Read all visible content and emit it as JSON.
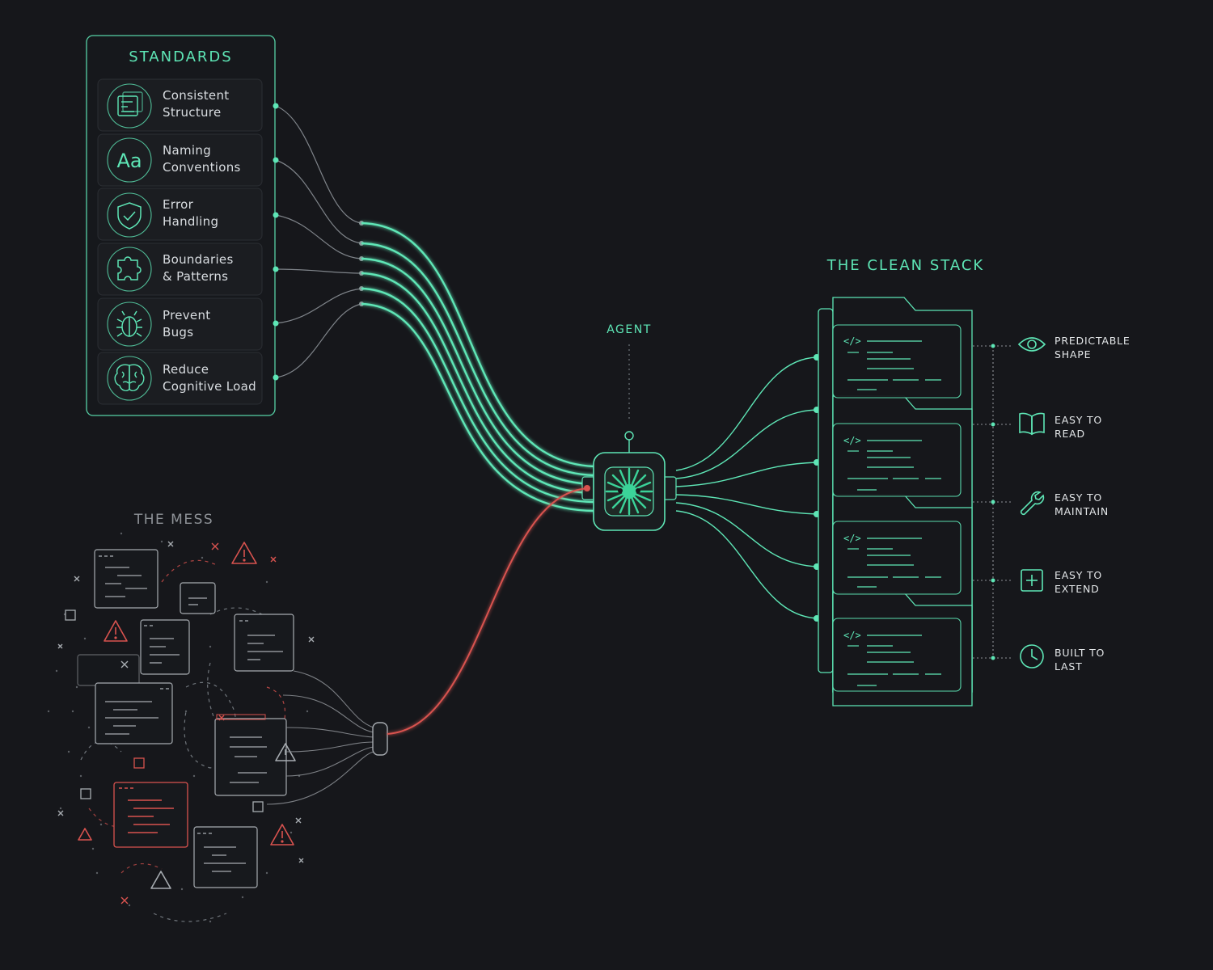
{
  "standards": {
    "title": "STANDARDS",
    "items": [
      {
        "line1": "Consistent",
        "line2": "Structure",
        "icon": "structure-icon"
      },
      {
        "line1": "Naming",
        "line2": "Conventions",
        "icon": "text-aa-icon"
      },
      {
        "line1": "Error",
        "line2": "Handling",
        "icon": "shield-check-icon"
      },
      {
        "line1": "Boundaries",
        "line2": "& Patterns",
        "icon": "puzzle-icon"
      },
      {
        "line1": "Prevent",
        "line2": "Bugs",
        "icon": "bug-icon"
      },
      {
        "line1": "Reduce",
        "line2": "Cognitive Load",
        "icon": "brain-icon"
      }
    ]
  },
  "agent": {
    "label": "AGENT",
    "icon": "agent-burst-icon"
  },
  "clean_stack": {
    "title": "THE CLEAN STACK",
    "code_glyph": "</>",
    "benefits": [
      {
        "line1": "PREDICTABLE",
        "line2": "SHAPE",
        "icon": "eye-icon"
      },
      {
        "line1": "EASY TO",
        "line2": "READ",
        "icon": "book-icon"
      },
      {
        "line1": "EASY TO",
        "line2": "MAINTAIN",
        "icon": "wrench-icon"
      },
      {
        "line1": "EASY TO",
        "line2": "EXTEND",
        "icon": "plus-square-icon"
      },
      {
        "line1": "BUILT TO",
        "line2": "LAST",
        "icon": "clock-icon"
      }
    ]
  },
  "mess": {
    "title": "THE MESS"
  },
  "colors": {
    "background": "#16171b",
    "accent": "#5ee6b6",
    "danger": "#d9534f",
    "muted": "#8e9297"
  }
}
